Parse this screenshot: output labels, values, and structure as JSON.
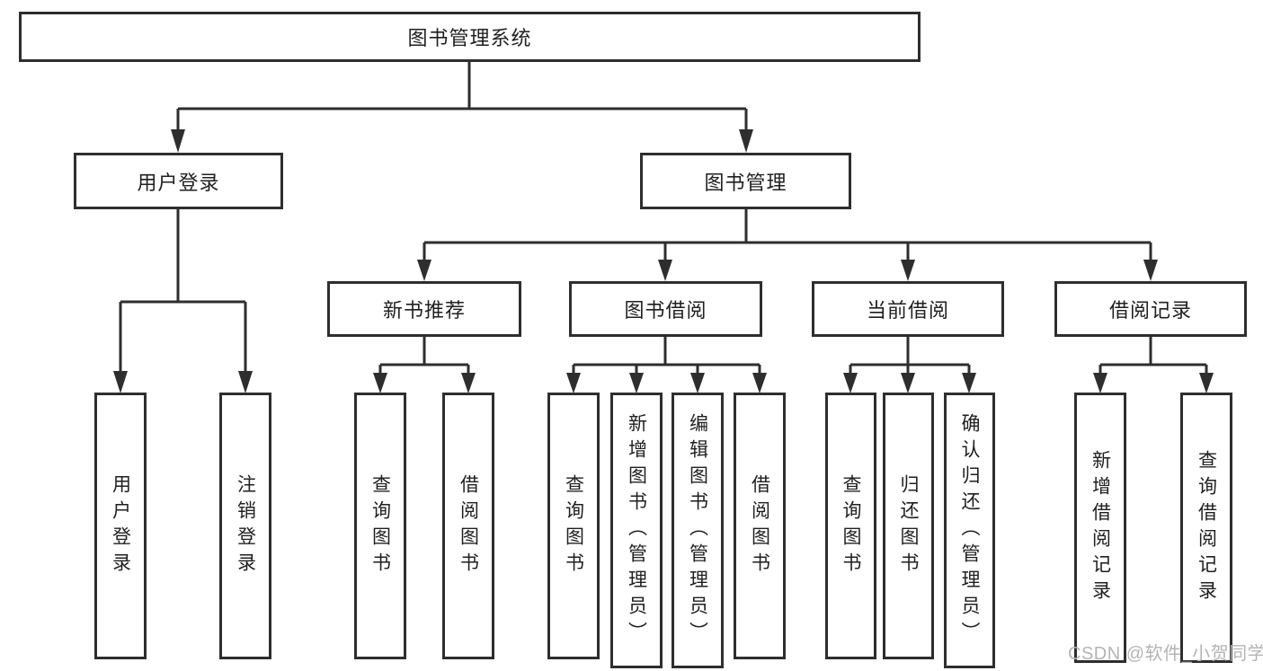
{
  "diagram": {
    "root": {
      "label": "图书管理系统"
    },
    "branches": [
      {
        "label": "用户登录",
        "children": [
          {
            "label": "用户登录"
          },
          {
            "label": "注销登录"
          }
        ]
      },
      {
        "label": "图书管理",
        "children": [
          {
            "label": "新书推荐",
            "children": [
              {
                "label": "查询图书"
              },
              {
                "label": "借阅图书"
              }
            ]
          },
          {
            "label": "图书借阅",
            "children": [
              {
                "label": "查询图书"
              },
              {
                "label": "新增图书（管理员）"
              },
              {
                "label": "编辑图书（管理员）"
              },
              {
                "label": "借阅图书"
              }
            ]
          },
          {
            "label": "当前借阅",
            "children": [
              {
                "label": "查询图书"
              },
              {
                "label": "归还图书"
              },
              {
                "label": "确认归还（管理员）"
              }
            ]
          },
          {
            "label": "借阅记录",
            "children": [
              {
                "label": "新增借阅记录"
              },
              {
                "label": "查询借阅记录"
              }
            ]
          }
        ]
      }
    ]
  },
  "watermark": {
    "text": "CSDN @软件_小贺同学"
  },
  "colors": {
    "line": "#2e2e2e",
    "text": "#1f1f1f",
    "watermark": "#b4b4b4",
    "background": "#ffffff"
  }
}
